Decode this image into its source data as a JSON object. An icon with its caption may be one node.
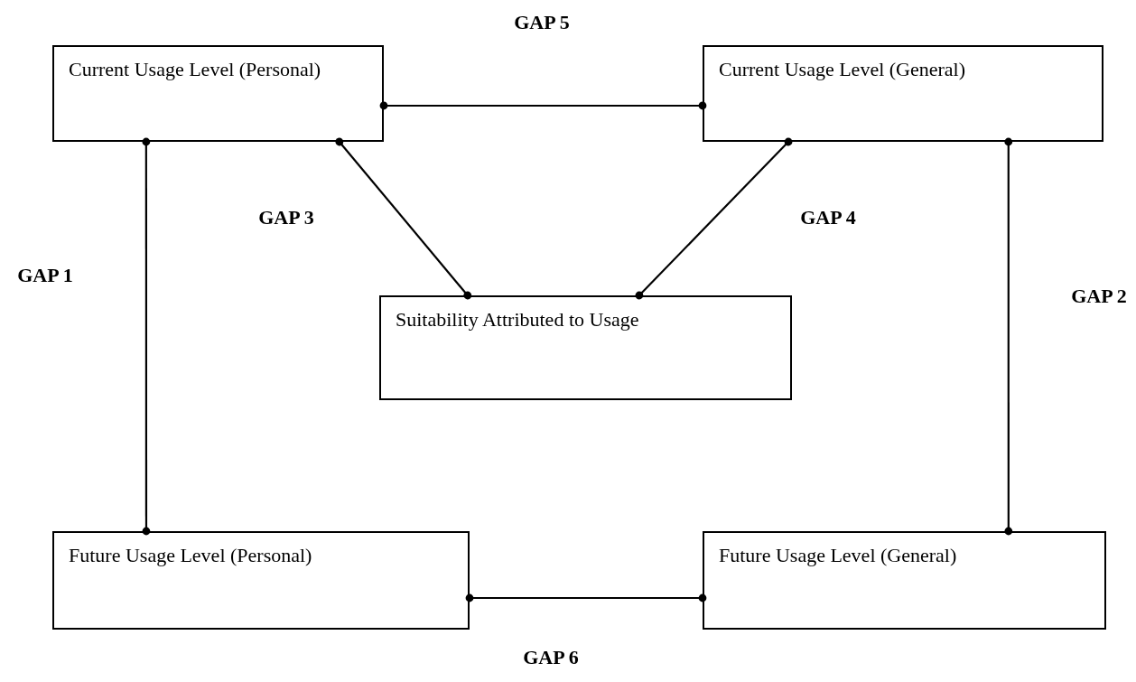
{
  "diagram": {
    "nodes": [
      {
        "text": [
          "Current Usage Level (Personal)"
        ]
      },
      {
        "text": [
          "Current Usage Level (General)"
        ]
      },
      {
        "text": [
          "Suitability Attributed to Usage"
        ]
      },
      {
        "text": [
          "Future Usage Level (Personal)"
        ]
      },
      {
        "text": [
          "Future Usage Level (General)"
        ]
      }
    ],
    "edges": [
      {
        "from": 0,
        "to": 1,
        "arrow": "other",
        "label": "GAP 5"
      },
      {
        "from": 0,
        "to": 3,
        "arrow": "other",
        "label": "GAP 1"
      },
      {
        "from": 1,
        "to": 4,
        "arrow": "other",
        "label": "GAP 2"
      },
      {
        "from": 0,
        "to": 2,
        "arrow": "other",
        "label": "GAP 3"
      },
      {
        "from": 1,
        "to": 2,
        "arrow": "other",
        "label": "GAP 4"
      },
      {
        "from": 3,
        "to": 4,
        "arrow": "other",
        "label": "GAP 6"
      }
    ]
  }
}
